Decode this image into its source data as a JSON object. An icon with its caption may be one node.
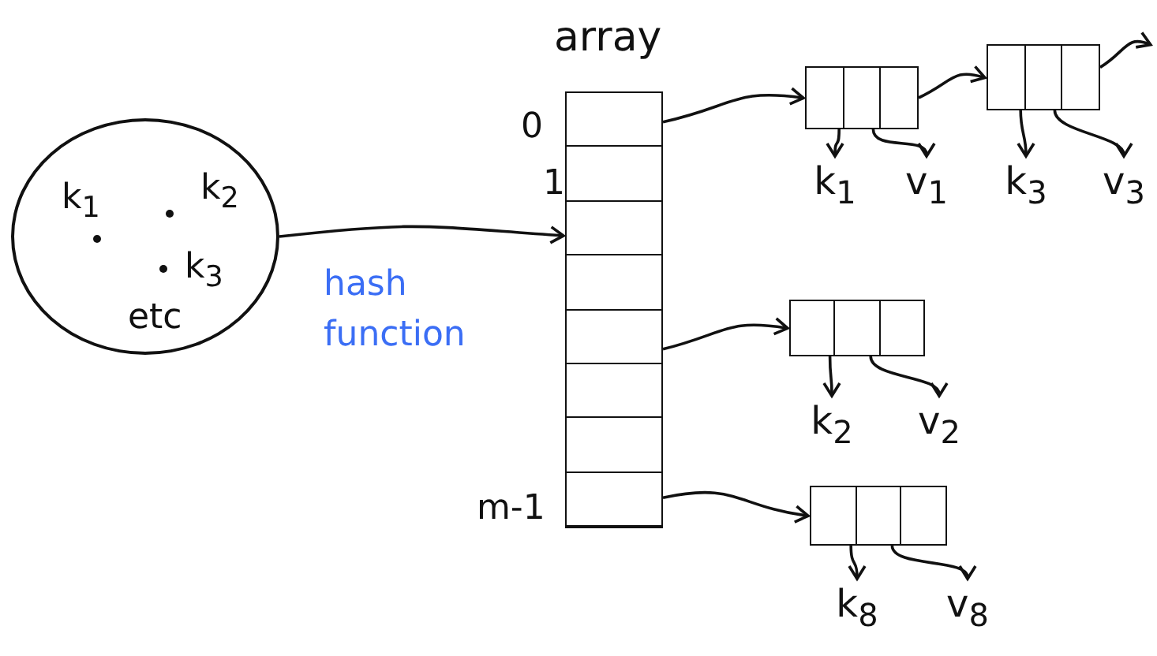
{
  "diagram": {
    "nodes": [
      {
        "text": [
          "k$_{1}$",
          "k$_{2}$",
          "k$_{3}$",
          "etc"
        ]
      },
      {
        "text": [
          "array"
        ],
        "beside": [
          "0",
          "1",
          "m-1"
        ]
      },
      {
        "text": [],
        "shape": "box"
      },
      {
        "text": [],
        "shape": "box"
      },
      {
        "text": [],
        "shape": "box"
      },
      {
        "text": [],
        "shape": "box"
      },
      {
        "text": [
          "k$_{1}$"
        ]
      },
      {
        "text": [
          "v$_{1}$"
        ]
      },
      {
        "text": [
          "k$_{3}$"
        ]
      },
      {
        "text": [
          "v$_{3}$"
        ]
      },
      {
        "text": [
          "k$_{2}$"
        ]
      },
      {
        "text": [
          "v$_{2}$"
        ]
      },
      {
        "text": [
          "k$_{8}$"
        ]
      },
      {
        "text": [
          "v$_{8}$"
        ]
      }
    ],
    "edges": [
      {
        "from": 0,
        "to": 1,
        "arrow": "to",
        "label": "hash function"
      },
      {
        "from": 1,
        "to": 2,
        "arrow": "to"
      },
      {
        "from": 2,
        "to": 3,
        "arrow": "to"
      },
      {
        "from": 3,
        "to": null,
        "arrow": "to"
      },
      {
        "from": 1,
        "to": 4,
        "arrow": "to"
      },
      {
        "from": 1,
        "to": 5,
        "arrow": "to"
      },
      {
        "from": 2,
        "to": 6,
        "arrow": "to"
      },
      {
        "from": 2,
        "to": 7,
        "arrow": "to"
      },
      {
        "from": 3,
        "to": 8,
        "arrow": "to"
      },
      {
        "from": 3,
        "to": 9,
        "arrow": "to"
      },
      {
        "from": 4,
        "to": 10,
        "arrow": "to"
      },
      {
        "from": 4,
        "to": 11,
        "arrow": "to"
      },
      {
        "from": 5,
        "to": 12,
        "arrow": "to"
      },
      {
        "from": 5,
        "to": 13,
        "arrow": "to"
      }
    ]
  }
}
